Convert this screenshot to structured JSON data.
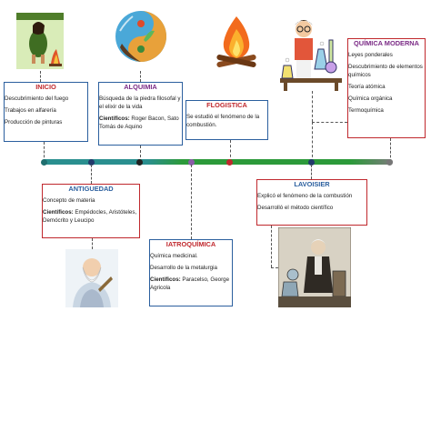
{
  "colors": {
    "red_border": "#c0282d",
    "blue_border": "#2b5f9e",
    "purple": "#7b2b86",
    "timeline_teal": "#2a8f8f",
    "timeline_green": "#2c9a3a",
    "timeline_grey": "#7c7c7c",
    "dot_teal": "#1f6f6f",
    "dot_dark": "#222222",
    "dot_purple": "#8b5ca8",
    "dot_red": "#c0282d",
    "dot_navy": "#223a6b",
    "dot_grey": "#777777"
  },
  "icons": [
    "cave-man-fire-icon",
    "yin-yang-elements-icon",
    "campfire-icon",
    "scientist-lab-icon",
    "philosopher-icon",
    "lavoisier-lab-icon"
  ],
  "boxes": {
    "inicio": {
      "title": "INICIO",
      "items": [
        "Descubrimiento del fuego",
        "Trabajos en alfarería",
        "Producción de pinturas"
      ]
    },
    "alquimia": {
      "title": "ALQUIMIA",
      "items": [
        "Búsqueda de la piedra filosofal y el elixir de la vida"
      ],
      "sci_label": "Científicos:",
      "sci_names": " Roger Bacon, Sato Tomás de Aquino"
    },
    "flogistica": {
      "title": "FLOGISTICA",
      "items": [
        "Se estudió el fenómeno de la combustión."
      ]
    },
    "quimica_moderna": {
      "title": "QUÍMICA MODERNA",
      "items": [
        "Leyes ponderales",
        "Descubrimiento de elementos químicos",
        "Teoría atómica",
        "Química orgánica",
        "Termoquímica"
      ]
    },
    "antiguedad": {
      "title": "ANTIGUEDAD",
      "items": [
        "Concepto de materia"
      ],
      "sci_label": "Científicos:",
      "sci_names": " Empédocles, Aristóteles, Demócrito y Leucipo"
    },
    "iatroquimica": {
      "title": "IATROQUÍMICA",
      "items": [
        "Química medicinal.",
        "Desarrollo de la metalurgia"
      ],
      "sci_label": "Científicos:",
      "sci_names": " Paracelso, George Agricola"
    },
    "lavoisier": {
      "title": "LAVOISIER",
      "items": [
        "Explicó el fenómeno de la combustión",
        "Desarrolló el método científico"
      ]
    }
  }
}
